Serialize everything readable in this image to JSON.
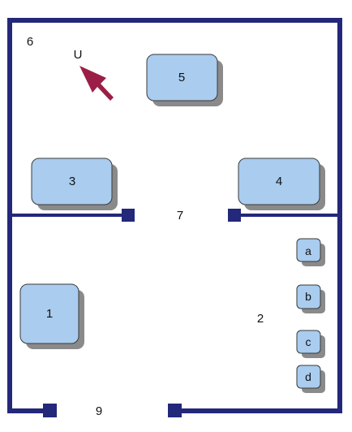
{
  "colors": {
    "wall": "#23287a",
    "box_fill": "#a9ccef",
    "box_shadow": "#8a8a8a",
    "arrow": "#9b1e46",
    "background": "#ffffff"
  },
  "labels": {
    "upper_room": "6",
    "lower_room": "2",
    "inner_doorway": "7",
    "outer_doorway": "9",
    "user_marker": "U"
  },
  "tables": {
    "t1": "1",
    "t3": "3",
    "t4": "4",
    "t5": "5"
  },
  "items": {
    "a": "a",
    "b": "b",
    "c": "c",
    "d": "d"
  },
  "icons": {
    "user_direction": "arrow-up-left-icon",
    "door_post": "square-post-icon"
  }
}
